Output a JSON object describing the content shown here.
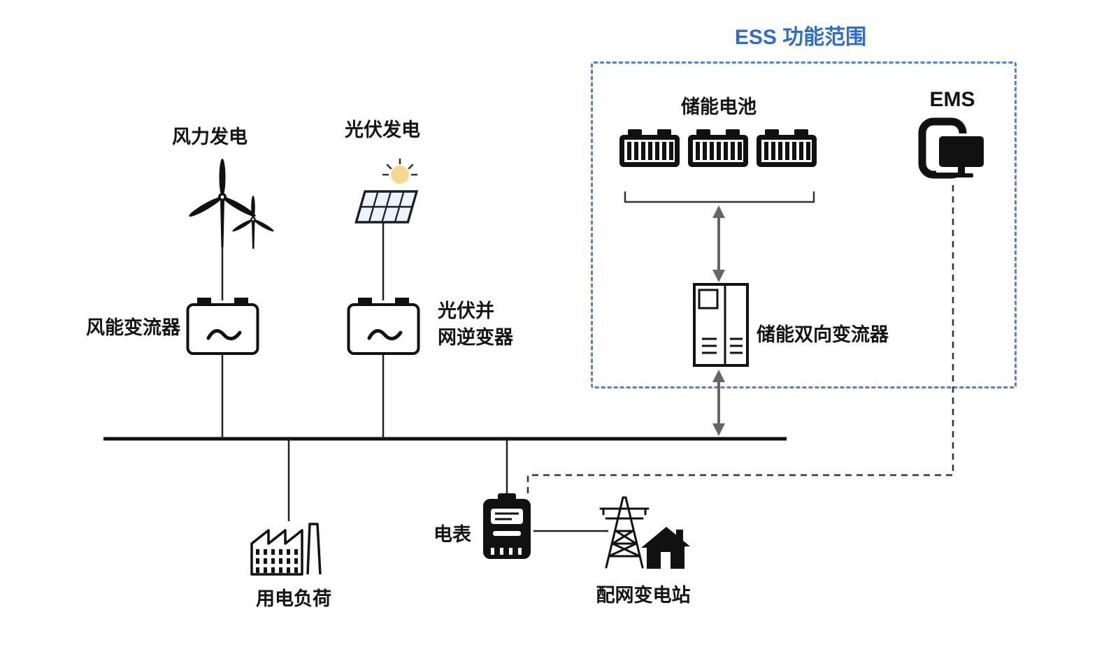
{
  "title": {
    "text": "ESS 功能范围"
  },
  "colors": {
    "accent_blue": "#2d6bce",
    "box_dash_blue": "#4d83d6",
    "line_dark": "#1f1f1f",
    "arrow_gray": "#666666",
    "sun_yellow": "#f5d98f"
  },
  "nodes": {
    "wind_gen": {
      "label": "风力发电",
      "icon": "wind-turbine-icon"
    },
    "pv_gen": {
      "label": "光伏发电",
      "icon": "solar-panel-icon"
    },
    "wind_converter": {
      "label": "风能变流器",
      "icon": "converter-icon"
    },
    "pv_inverter": {
      "label": "光伏并\n网逆变器",
      "icon": "converter-icon"
    },
    "storage_battery": {
      "label": "储能电池",
      "icon": "battery-bank-icon"
    },
    "ems": {
      "label": "EMS",
      "icon": "ems-monitor-icon"
    },
    "bidirectional_converter": {
      "label": "储能双向变流器",
      "icon": "converter-cabinet-icon"
    },
    "load": {
      "label": "用电负荷",
      "icon": "factory-icon"
    },
    "meter": {
      "label": "电表",
      "icon": "power-meter-icon"
    },
    "substation": {
      "label": "配网变电站",
      "icon": "substation-icon"
    }
  }
}
